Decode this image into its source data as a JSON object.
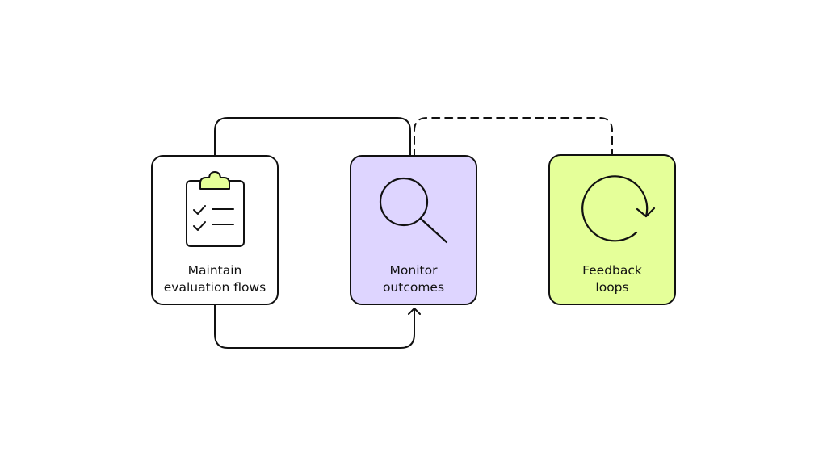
{
  "diagram": {
    "nodes": [
      {
        "id": "maintain",
        "label_line1": "Maintain",
        "label_line2": "evaluation flows",
        "icon": "clipboard-checklist-icon",
        "fill": "#ffffff",
        "accent": "#e5ff99"
      },
      {
        "id": "monitor",
        "label_line1": "Monitor",
        "label_line2": "outcomes",
        "icon": "magnifying-glass-icon",
        "fill": "#ded5ff"
      },
      {
        "id": "feedback",
        "label_line1": "Feedback",
        "label_line2": "loops",
        "icon": "refresh-cycle-icon",
        "fill": "#e5ff99"
      }
    ],
    "connectors": [
      {
        "from": "maintain",
        "to": "monitor",
        "style": "solid",
        "route": "over-top"
      },
      {
        "from": "maintain",
        "to": "monitor",
        "style": "solid-arrow",
        "route": "under-bottom"
      },
      {
        "from": "monitor",
        "to": "feedback",
        "style": "dashed",
        "route": "over-top"
      }
    ],
    "colors": {
      "stroke": "#111111",
      "background": "#ffffff"
    }
  }
}
